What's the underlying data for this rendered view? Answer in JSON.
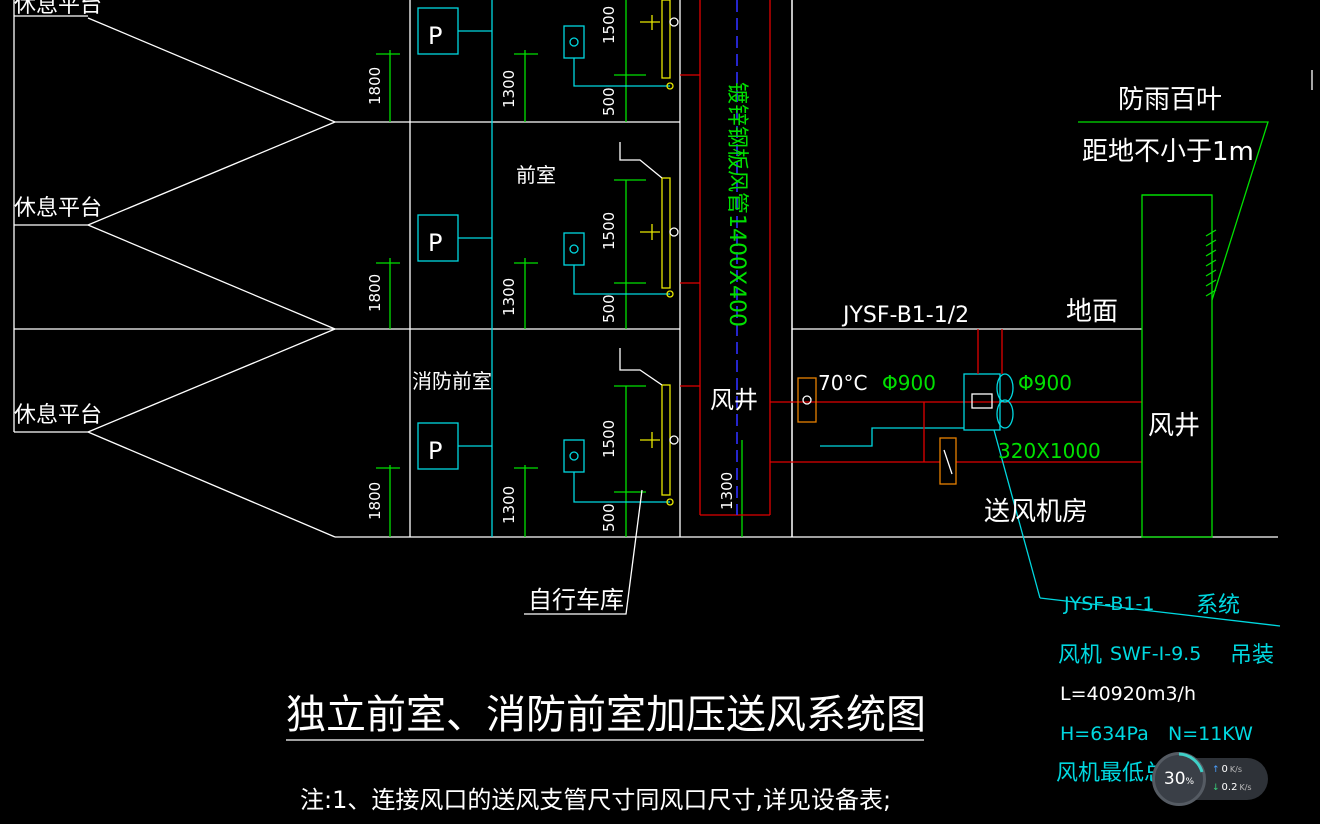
{
  "labels": {
    "rest_platform_top": "休息平台",
    "rest_platform_mid": "休息平台",
    "rest_platform_low": "休息平台",
    "front_room": "前室",
    "fire_front_room": "消防前室",
    "bike_garage": "自行车库",
    "shaft_left": "风井",
    "shaft_right": "风井",
    "duct_label": "镀锌钢板风管1400X400",
    "system_tag": "JYSF-B1-1/2",
    "ground": "地面",
    "rain_louver": "防雨百叶",
    "ground_distance": "距地不小于1m",
    "fire_damper": "70°C",
    "dia_left": "Φ900",
    "dia_right": "Φ900",
    "branch_size": "320X1000",
    "fan_room": "送风机房",
    "p_symbol": "P"
  },
  "dimensions": {
    "floor_height": "1800",
    "riser_offset": "1300",
    "outlet_height": "1500",
    "outlet_offset": "500",
    "shaft_offset": "1300"
  },
  "title": {
    "main": "独立前室、消防前室加压送风系统图",
    "note": "注:1、连接风口的送风支管尺寸同风口尺寸,详见设备表;"
  },
  "equipment": {
    "system_name": "JYSF-B1-1",
    "system_word": "系统",
    "fan_word": "风机",
    "fan_model": "SWF-I-9.5",
    "mount": "吊装",
    "airflow": "L=40920m3/h",
    "pressure": "H=634Pa",
    "power": "N=11KW",
    "efficiency": "风机最低总效率"
  },
  "overlay": {
    "percent": "30",
    "percent_unit": "%",
    "up_value": "0",
    "up_unit": "K/s",
    "down_value": "0.2",
    "down_unit": "K/s"
  },
  "colors": {
    "background": "#000000",
    "line_white": "#ffffff",
    "line_green": "#00e000",
    "line_red": "#e00000",
    "line_cyan": "#00d8e0",
    "line_yellow": "#e8e800",
    "line_blue": "#3030ff"
  }
}
